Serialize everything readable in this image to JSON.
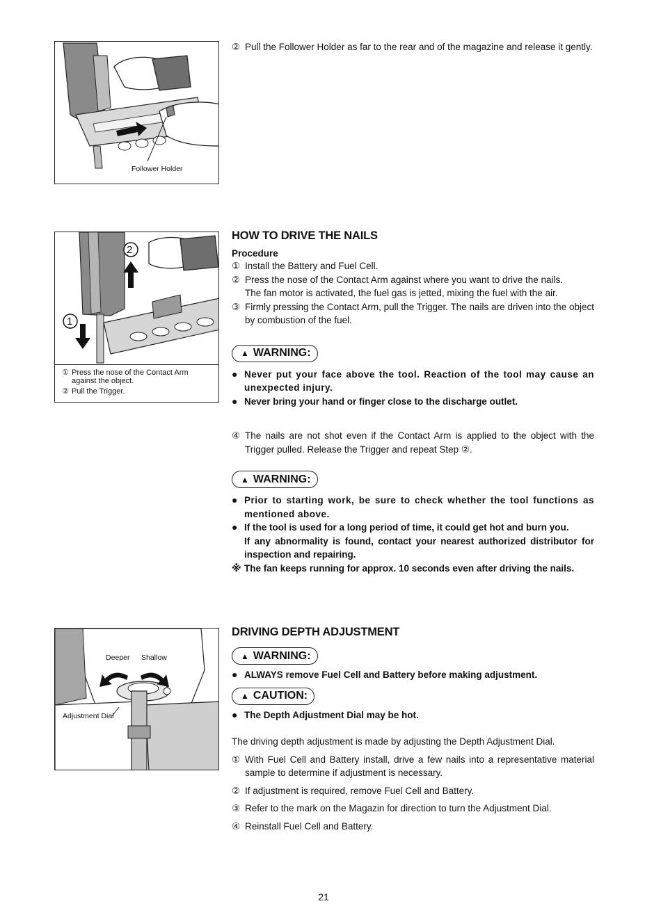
{
  "figures": {
    "follower": {
      "label": "Follower Holder"
    },
    "drive": {
      "marker1": "1",
      "marker2": "2",
      "captions": [
        {
          "num": "①",
          "text": "Press the nose of the Contact Arm against the object."
        },
        {
          "num": "②",
          "text": "Pull the Trigger."
        }
      ]
    },
    "depth": {
      "deeper": "Deeper",
      "shallow": "Shallow",
      "dial": "Adjustment Dial"
    }
  },
  "top_step": {
    "num": "②",
    "text": "Pull the Follower Holder as far to the rear and of the magazine and release it gently."
  },
  "how_to_drive": {
    "heading": "HOW TO DRIVE THE NAILS",
    "procedure_label": "Procedure",
    "steps": [
      {
        "num": "①",
        "text": "Install the Battery and Fuel Cell."
      },
      {
        "num": "②",
        "text": "Press the nose of the Contact Arm against where you want to drive the nails.",
        "cont": "The fan motor is activated, the fuel gas is jetted, mixing the fuel with the air."
      },
      {
        "num": "③",
        "text": "Firmly pressing the Contact Arm, pull the Trigger. The nails are driven into the object by combustion of the fuel."
      }
    ],
    "warning1": {
      "label": "WARNING:",
      "items": [
        "Never put your face above the tool. Reaction of the tool may cause an unexpected injury.",
        "Never bring your hand or finger close to the discharge outlet."
      ]
    },
    "step4": {
      "num": "④",
      "text": "The nails are not shot even if the Contact Arm is applied to the object with the Trigger pulled. Release the Trigger and repeat Step ②."
    },
    "warning2": {
      "label": "WARNING:",
      "items": [
        "Prior to starting work, be sure to check whether the tool functions as mentioned above.",
        "If the tool is used for a long period of time, it could get hot and burn you."
      ],
      "item2_cont": "If any abnormality is found, contact your nearest  authorized distributor for inspection and repairing.",
      "note_mark": "※",
      "note": "The fan keeps running for approx. 10 seconds even after driving the nails."
    }
  },
  "depth_adjustment": {
    "heading": "DRIVING DEPTH ADJUSTMENT",
    "warning": {
      "label": "WARNING:",
      "item": "ALWAYS remove Fuel Cell and Battery before making adjustment."
    },
    "caution": {
      "label": "CAUTION:",
      "item": "The Depth Adjustment Dial may be hot."
    },
    "intro": "The driving depth adjustment is made by adjusting the Depth Adjustment Dial.",
    "steps": [
      {
        "num": "①",
        "text": "With Fuel Cell and Battery install, drive a few nails into a representative material sample to determine if adjustment is necessary."
      },
      {
        "num": "②",
        "text": "If adjustment is required, remove Fuel Cell and Battery."
      },
      {
        "num": "③",
        "text": "Refer to the mark on the Magazin for direction to turn the Adjustment Dial."
      },
      {
        "num": "④",
        "text": "Reinstall Fuel Cell and Battery."
      }
    ]
  },
  "icons": {
    "warning_triangle": "warning-triangle-icon",
    "bullet": "bullet-icon"
  },
  "symbols": {
    "triangle": "▲",
    "bullet": "●"
  },
  "page_number": "21"
}
